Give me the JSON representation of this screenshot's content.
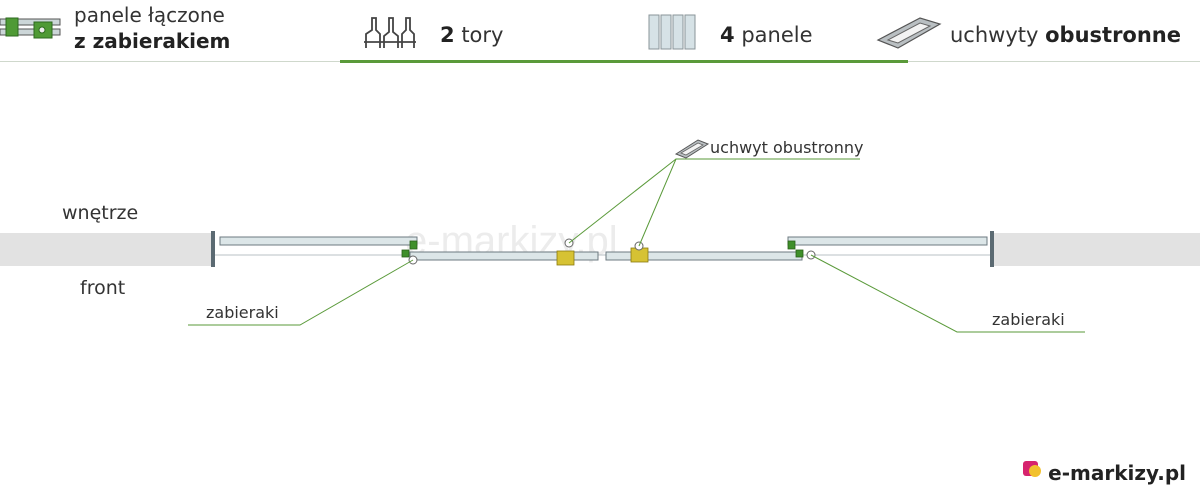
{
  "header": {
    "features": [
      {
        "icon": "coupled-panels-icon",
        "text_plain": "panele łączone",
        "text_bold": "z zabierakiem"
      },
      {
        "icon": "tracks-icon",
        "text_bold": "2",
        "text_plain": "tory"
      },
      {
        "icon": "panels-icon",
        "text_bold": "4",
        "text_plain": "panele"
      },
      {
        "icon": "handle-icon",
        "text_plain": "uchwyty",
        "text_bold": "obustronne"
      }
    ]
  },
  "diagram": {
    "labels": {
      "inside": "wnętrze",
      "front": "front",
      "handle": "uchwyt obustronny",
      "catch_left": "zabieraki",
      "catch_right": "zabieraki"
    },
    "watermark": "e-markizy.pl"
  },
  "footer": {
    "logo_text": "e-markizy.pl"
  },
  "colors": {
    "accent": "#5a9a3a",
    "panel": "#dce6e8",
    "wall": "#e2e2e2",
    "catch": "#3f8f2a",
    "handle": "#c8b224"
  }
}
